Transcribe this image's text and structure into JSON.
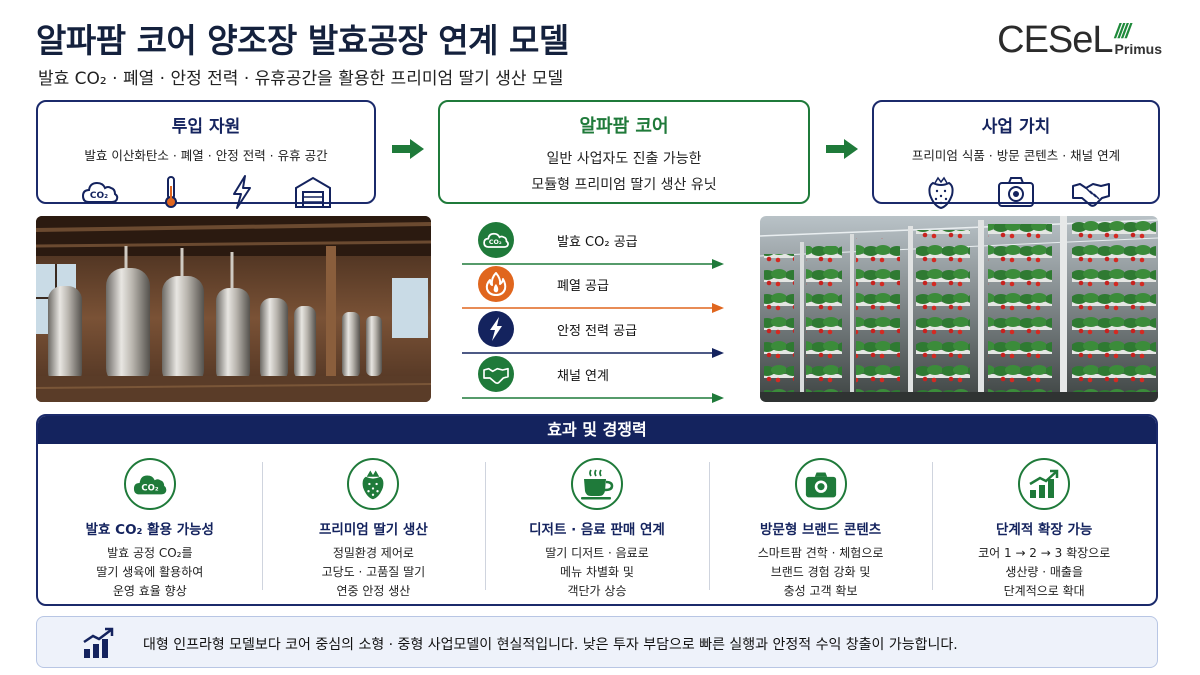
{
  "header": {
    "title": "알파팜 코어 양조장 발효공장 연계 모델",
    "subtitle": "발효 CO₂ · 폐열 · 안정 전력 · 유휴공간을 활용한 프리미엄 딸기 생산 모델",
    "logo_main": "CESeL",
    "logo_bars": "////",
    "logo_sub": "Primus"
  },
  "inputs": {
    "title": "투입 자원",
    "text": "발효 이산화탄소 · 폐열 · 안정 전력 · 유휴 공간",
    "icons": [
      "co2-cloud-icon",
      "thermometer-icon",
      "lightning-icon",
      "warehouse-icon"
    ],
    "co2_label": "CO₂"
  },
  "core": {
    "title": "알파팜 코어",
    "line1": "일반 사업자도 진출 가능한",
    "line2": "모듈형 프리미엄 딸기 생산 유닛"
  },
  "value": {
    "title": "사업 가치",
    "text": "프리미엄 식품 · 방문 콘텐츠 · 채널 연계",
    "icons": [
      "strawberry-icon",
      "camera-icon",
      "handshake-icon"
    ]
  },
  "flows": [
    {
      "label": "발효 CO₂ 공급",
      "icon": "co2-cloud-icon",
      "color": "#1f7a3a",
      "co2_label": "CO₂"
    },
    {
      "label": "폐열 공급",
      "icon": "flame-icon",
      "color": "#e0661e"
    },
    {
      "label": "안정 전력 공급",
      "icon": "lightning-icon",
      "color": "#14235e"
    },
    {
      "label": "채널 연계",
      "icon": "handshake-icon",
      "color": "#1f7a3a"
    }
  ],
  "effects": {
    "header": "효과 및 경쟁력",
    "items": [
      {
        "title": "발효 CO₂ 활용 가능성",
        "lines": [
          "발효 공정 CO₂를",
          "딸기 생육에 활용하여",
          "운영 효율 향상"
        ],
        "icon": "co2-cloud-icon",
        "co2_label": "CO₂"
      },
      {
        "title": "프리미엄 딸기 생산",
        "lines": [
          "정밀환경 제어로",
          "고당도 · 고품질 딸기",
          "연중 안정 생산"
        ],
        "icon": "strawberry-icon"
      },
      {
        "title": "디저트 · 음료 판매 연계",
        "lines": [
          "딸기 디저트 · 음료로",
          "메뉴 차별화 및",
          "객단가 상승"
        ],
        "icon": "coffee-cup-icon"
      },
      {
        "title": "방문형 브랜드 콘텐츠",
        "lines": [
          "스마트팜 견학 · 체험으로",
          "브랜드 경험 강화 및",
          "충성 고객 확보"
        ],
        "icon": "camera-icon"
      },
      {
        "title": "단계적 확장 가능",
        "lines": [
          "코어 1 → 2 → 3 확장으로",
          "생산량 · 매출을",
          "단계적으로 확대"
        ],
        "icon": "growth-chart-icon"
      }
    ]
  },
  "bottom": {
    "text": "대형 인프라형 모델보다 코어 중심의 소형 · 중형 사업모델이 현실적입니다. 낮은 투자 부담으로 빠른 실행과 안정적 수익 창출이 가능합니다.",
    "icon": "growth-chart-icon"
  },
  "colors": {
    "navy": "#14235e",
    "green": "#1f7a3a",
    "orange": "#e0661e"
  }
}
